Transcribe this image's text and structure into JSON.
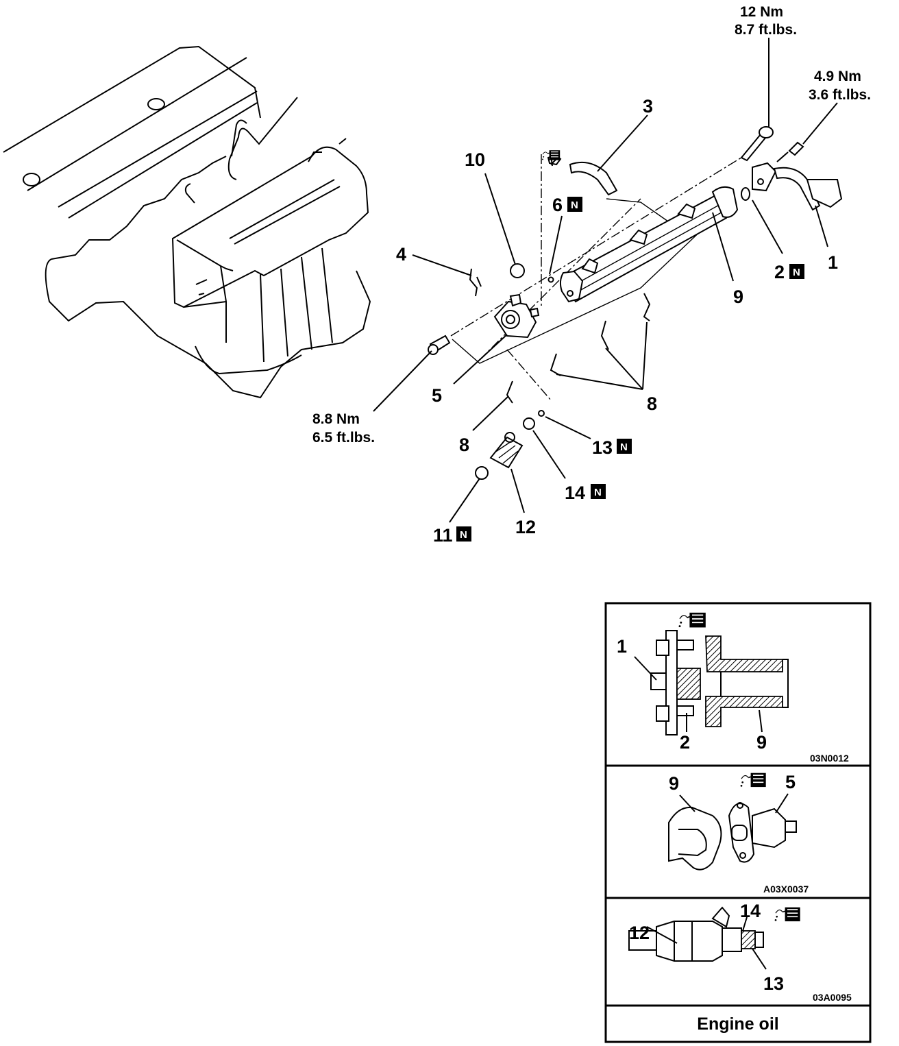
{
  "callouts": {
    "c1": "1",
    "c2": "2",
    "c3": "3",
    "c4": "4",
    "c5": "5",
    "c6": "6",
    "c8a": "8",
    "c8b": "8",
    "c9": "9",
    "c10": "10",
    "c11": "11",
    "c12": "12",
    "c13": "13",
    "c14": "14"
  },
  "new_part_mark": "N",
  "torques": {
    "t_top_nm": "12 Nm",
    "t_top_ft": "8.7 ft.lbs.",
    "t_right_nm": "4.9 Nm",
    "t_right_ft": "3.6 ft.lbs.",
    "t_left_nm": "8.8 Nm",
    "t_left_ft": "6.5 ft.lbs."
  },
  "inset": {
    "panel1": {
      "labels": [
        "1",
        "2",
        "9"
      ],
      "code": "03N0012"
    },
    "panel2": {
      "labels": [
        "9",
        "5"
      ],
      "code": "A03X0037"
    },
    "panel3": {
      "labels": [
        "12",
        "14",
        "13"
      ],
      "code": "03A0095"
    },
    "caption": "Engine oil"
  },
  "icons": [
    "oil-can-icon",
    "new-part-icon"
  ]
}
